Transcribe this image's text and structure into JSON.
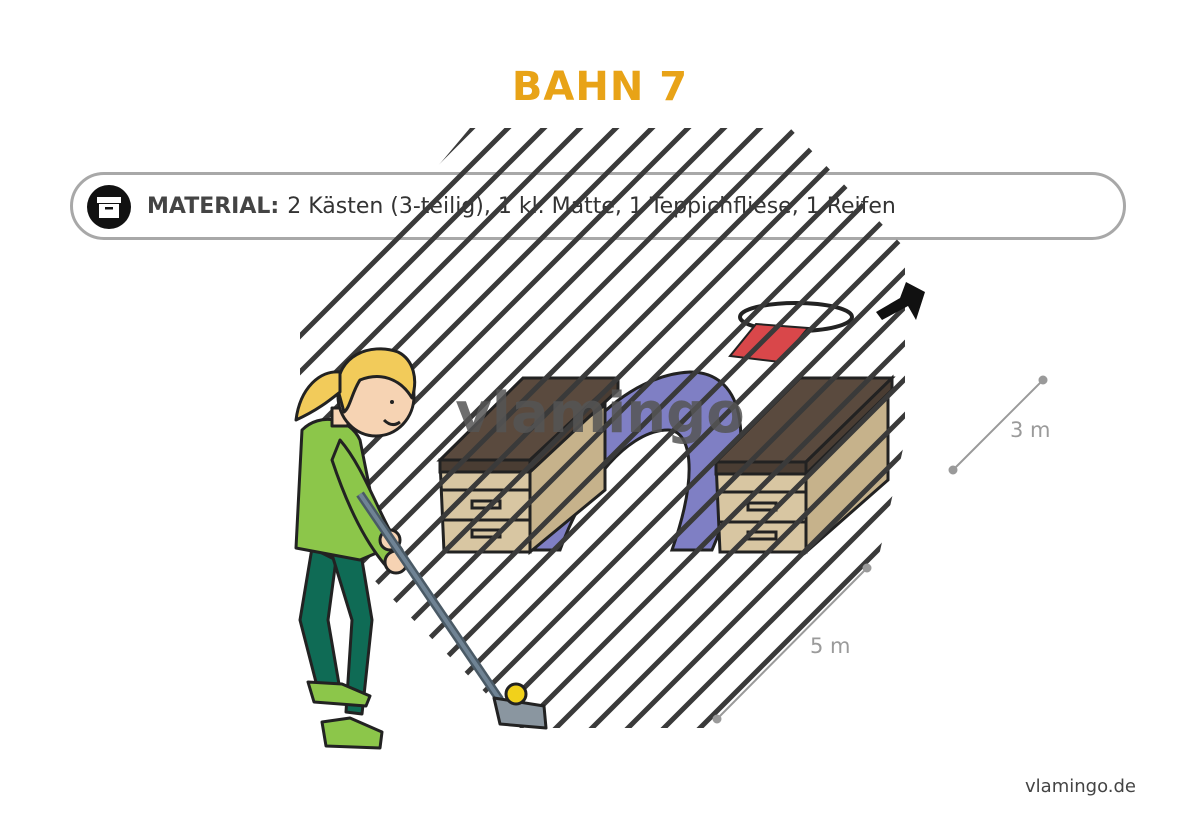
{
  "title": "BAHN 7",
  "material": {
    "label": "MATERIAL:",
    "items": "2 Kästen (3-teilig), 1 kl. Matte, 1 Teppichfliese, 1 Reifen",
    "icon": "box-archive-icon"
  },
  "watermark": "vlamingo",
  "dimensions": {
    "width": "3 m",
    "length": "5 m"
  },
  "footer": "vlamingo.de",
  "colors": {
    "title": "#e8a317",
    "hatch": "#3a3a3a",
    "mat": "#7f7fc4",
    "box_lid": "#5a4a3e",
    "box_body": "#d8c6a2",
    "tile": "#d9474a",
    "shirt": "#8cc64a",
    "pants": "#0f6b55",
    "hair": "#f2cb5a",
    "ball": "#f1d11b"
  }
}
